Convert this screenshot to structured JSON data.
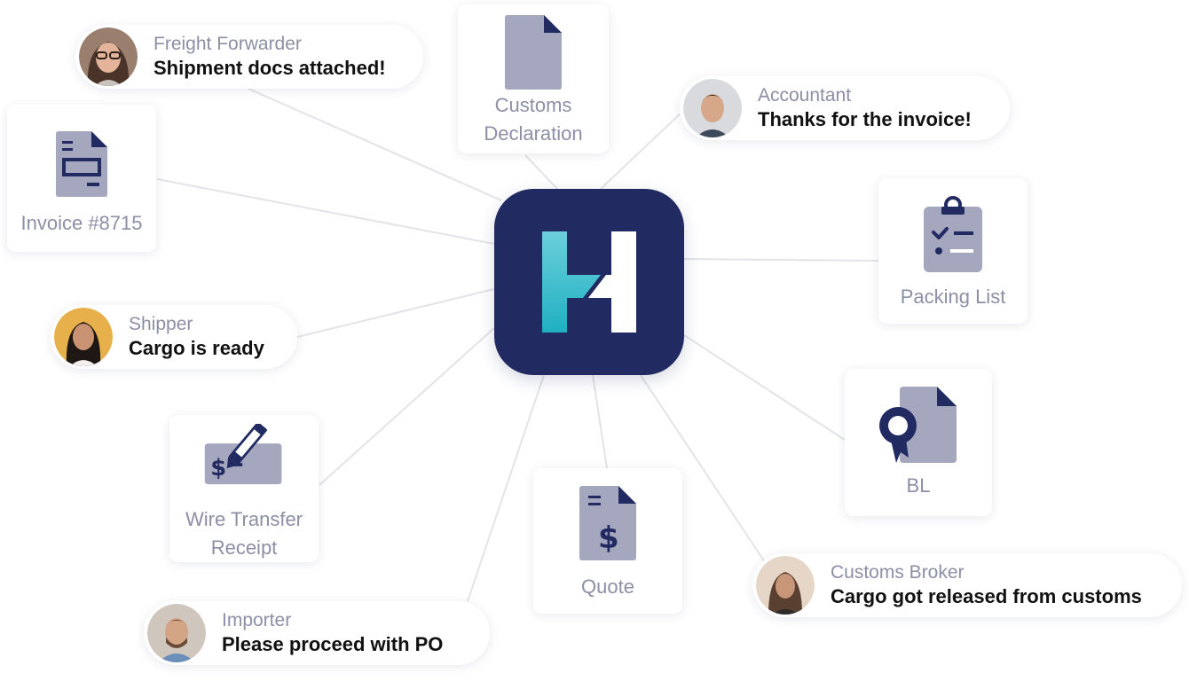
{
  "colors": {
    "navy": "#222a62",
    "teal": "#2bb8c9",
    "doc_gray": "#a5a7be",
    "label_gray": "#8c8fa5",
    "connector": "#e3e4e8"
  },
  "hub": {
    "icon": "h-logo-icon"
  },
  "documents": {
    "customs_declaration": {
      "label": "Customs\nDeclaration",
      "icon": "document-icon"
    },
    "invoice": {
      "label": "Invoice #8715",
      "icon": "invoice-icon"
    },
    "packing_list": {
      "label": "Packing List",
      "icon": "clipboard-checklist-icon"
    },
    "bl": {
      "label": "BL",
      "icon": "certificate-document-icon"
    },
    "wire_transfer": {
      "label": "Wire Transfer\nReceipt",
      "icon": "check-signature-icon"
    },
    "quote": {
      "label": "Quote",
      "icon": "dollar-document-icon"
    }
  },
  "messages": {
    "freight_forwarder": {
      "role": "Freight Forwarder",
      "text": "Shipment docs attached!"
    },
    "accountant": {
      "role": "Accountant",
      "text": "Thanks for the invoice!"
    },
    "shipper": {
      "role": "Shipper",
      "text": "Cargo is ready"
    },
    "customs_broker": {
      "role": "Customs Broker",
      "text": "Cargo got released from customs"
    },
    "importer": {
      "role": "Importer",
      "text": "Please proceed with PO"
    }
  }
}
